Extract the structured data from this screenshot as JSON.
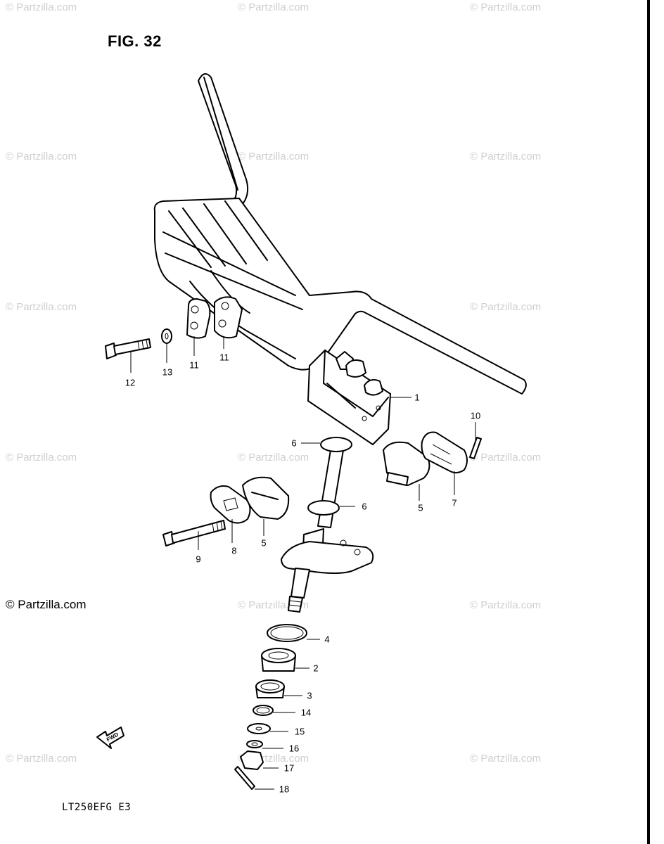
{
  "figure": {
    "title": "FIG. 32",
    "footer_code": "LT250EFG  E3",
    "copyright": "© Partzilla.com",
    "watermark": "© Partzilla.com"
  },
  "part_labels": [
    {
      "id": "1",
      "text": "1"
    },
    {
      "id": "2",
      "text": "2"
    },
    {
      "id": "3",
      "text": "3"
    },
    {
      "id": "4",
      "text": "4"
    },
    {
      "id": "5a",
      "text": "5"
    },
    {
      "id": "5b",
      "text": "5"
    },
    {
      "id": "6a",
      "text": "6"
    },
    {
      "id": "6b",
      "text": "6"
    },
    {
      "id": "7",
      "text": "7"
    },
    {
      "id": "8",
      "text": "8"
    },
    {
      "id": "9",
      "text": "9"
    },
    {
      "id": "10",
      "text": "10"
    },
    {
      "id": "11a",
      "text": "11"
    },
    {
      "id": "11b",
      "text": "11"
    },
    {
      "id": "12",
      "text": "12"
    },
    {
      "id": "13",
      "text": "13"
    },
    {
      "id": "14",
      "text": "14"
    },
    {
      "id": "15",
      "text": "15"
    },
    {
      "id": "16",
      "text": "16"
    },
    {
      "id": "17",
      "text": "17"
    },
    {
      "id": "18",
      "text": "18"
    }
  ],
  "fwd_arrow_label": "FWD"
}
